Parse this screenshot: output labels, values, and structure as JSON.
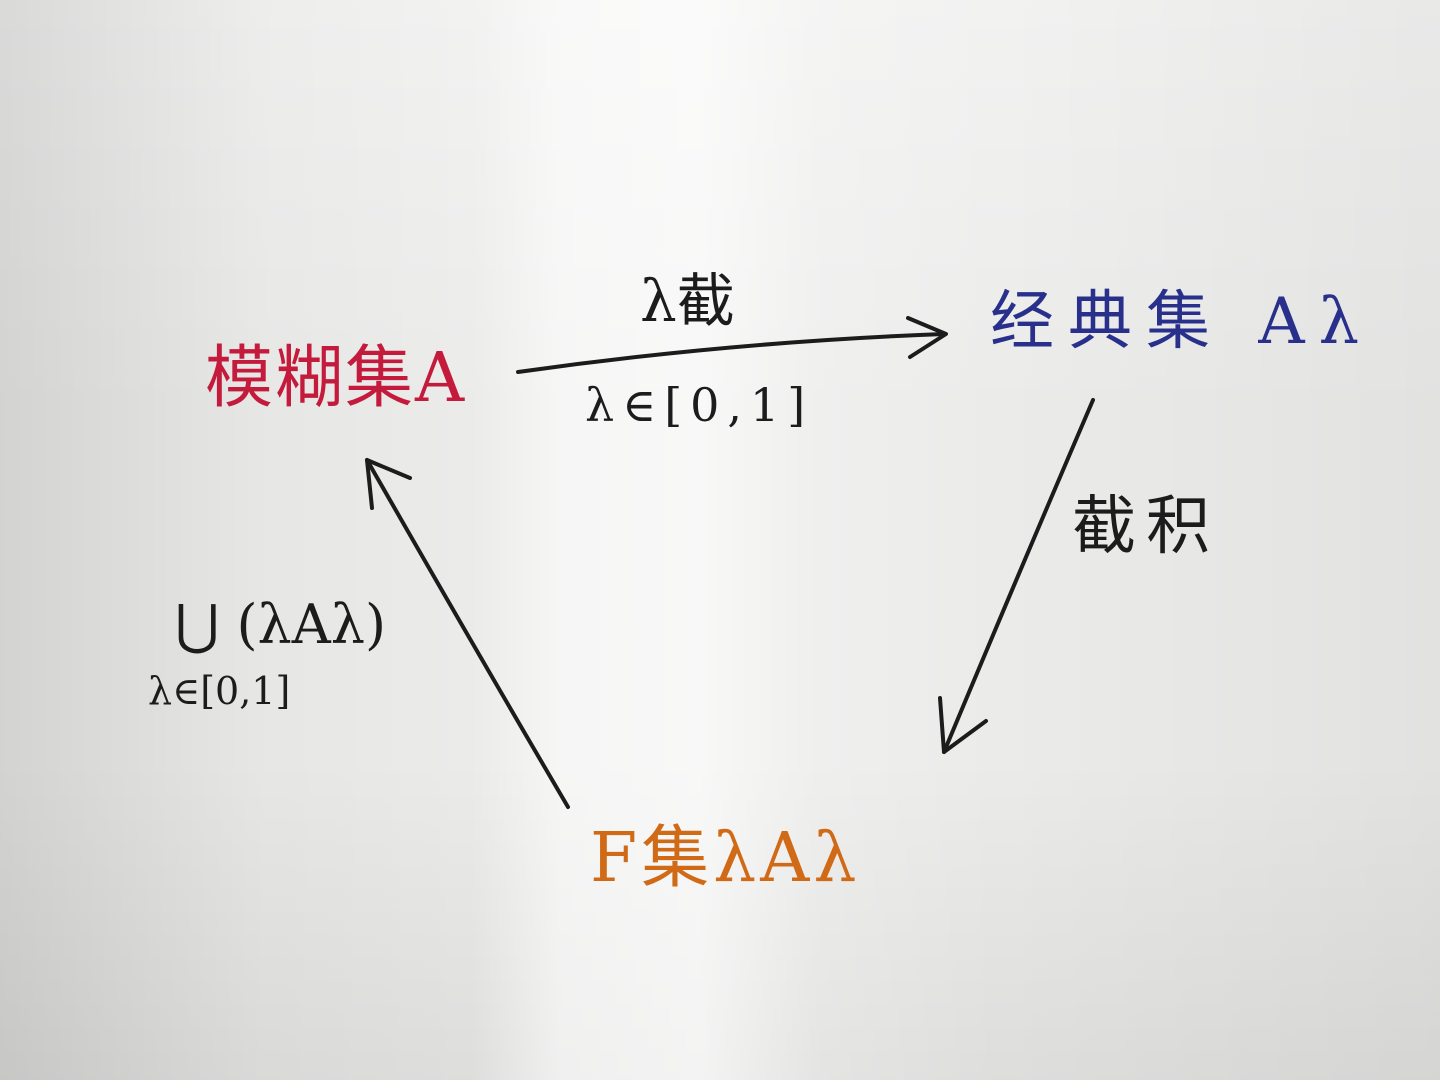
{
  "colors": {
    "paper": "#ebebea",
    "ink_black": "#1c1c1c",
    "ink_red": "#c41b3c",
    "ink_blue": "#28308c",
    "ink_orange": "#d06a16"
  },
  "nodes": {
    "fuzzy_set": "模糊集A",
    "classic_set": "经典集 Aλ",
    "f_set": "F集λAλ"
  },
  "edges": {
    "cut": {
      "label": "λ截",
      "range": "λ∈[0,1]"
    },
    "cut_product": {
      "label": "截积"
    },
    "union": {
      "label": "⋃ (λAλ)",
      "range": "λ∈[0,1]"
    }
  }
}
